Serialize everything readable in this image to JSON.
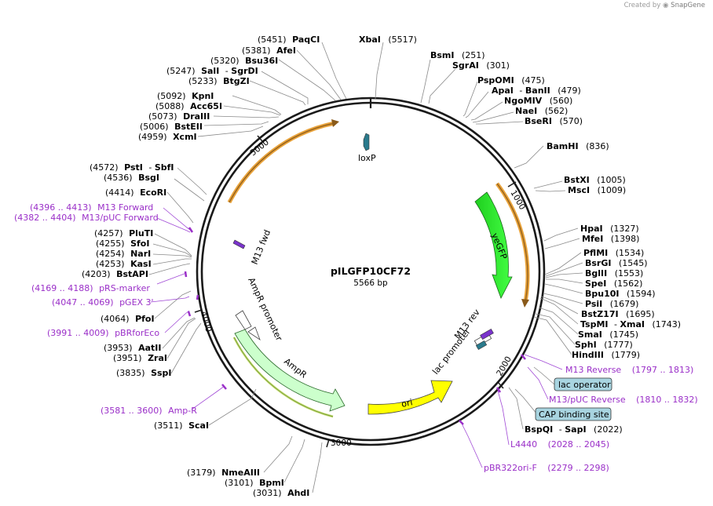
{
  "credit": {
    "created_by": "Created by",
    "brand": "SnapGene"
  },
  "map": {
    "name": "pILGFP10CF72",
    "size": "5566 bp",
    "ticks": [
      {
        "label": "1000"
      },
      {
        "label": "2000"
      },
      {
        "label": "3000"
      },
      {
        "label": "4000"
      },
      {
        "label": "5000"
      }
    ],
    "features": [
      {
        "name": "yeGFP",
        "color": "#22dd22"
      },
      {
        "name": "ori",
        "color": "#ffff00"
      },
      {
        "name": "AmpR",
        "color": "#ccffcc"
      },
      {
        "name": "AmpR promoter",
        "color": "#ffffff"
      },
      {
        "name": "lac promoter",
        "color": "#ffffff"
      },
      {
        "name": "M13 rev",
        "color": "#7a33cc"
      },
      {
        "name": "M13 fwd",
        "color": "#7a33cc"
      },
      {
        "name": "loxP",
        "color": "#2a7a8c"
      }
    ],
    "sites": [
      {
        "name": "PaqCI",
        "pos": "(5451)"
      },
      {
        "name": "AfeI",
        "pos": "(5381)"
      },
      {
        "name": "Bsu36I",
        "pos": "(5320)"
      },
      {
        "name": "SalI",
        "alt": "SgrDI",
        "pos": "(5247)"
      },
      {
        "name": "BtgZI",
        "pos": "(5233)"
      },
      {
        "name": "KpnI",
        "pos": "(5092)"
      },
      {
        "name": "Acc65I",
        "pos": "(5088)"
      },
      {
        "name": "DraIII",
        "pos": "(5073)"
      },
      {
        "name": "BstEII",
        "pos": "(5006)"
      },
      {
        "name": "XcmI",
        "pos": "(4959)"
      },
      {
        "name": "XbaI",
        "pos": "(5517)"
      },
      {
        "name": "BsmI",
        "pos": "(251)"
      },
      {
        "name": "SgrAI",
        "pos": "(301)"
      },
      {
        "name": "PspOMI",
        "pos": "(475)"
      },
      {
        "name": "ApaI",
        "alt": "BanII",
        "pos": "(479)"
      },
      {
        "name": "NgoMIV",
        "pos": "(560)"
      },
      {
        "name": "NaeI",
        "pos": "(562)"
      },
      {
        "name": "BseRI",
        "pos": "(570)"
      },
      {
        "name": "BamHI",
        "pos": "(836)"
      },
      {
        "name": "BstXI",
        "pos": "(1005)"
      },
      {
        "name": "MscI",
        "pos": "(1009)"
      },
      {
        "name": "HpaI",
        "pos": "(1327)"
      },
      {
        "name": "MfeI",
        "pos": "(1398)"
      },
      {
        "name": "PflMI",
        "pos": "(1534)"
      },
      {
        "name": "BsrGI",
        "pos": "(1545)"
      },
      {
        "name": "BglII",
        "pos": "(1553)"
      },
      {
        "name": "SpeI",
        "pos": "(1562)"
      },
      {
        "name": "Bpu10I",
        "pos": "(1594)"
      },
      {
        "name": "PsiI",
        "pos": "(1679)"
      },
      {
        "name": "BstZ17I",
        "pos": "(1695)"
      },
      {
        "name": "TspMI",
        "alt": "XmaI",
        "pos": "(1743)"
      },
      {
        "name": "SmaI",
        "pos": "(1745)"
      },
      {
        "name": "SphI",
        "pos": "(1777)"
      },
      {
        "name": "HindIII",
        "pos": "(1779)"
      },
      {
        "name": "BspQI",
        "alt": "SapI",
        "pos": "(2022)"
      },
      {
        "name": "PstI",
        "alt": "SbfI",
        "pos": "(4572)"
      },
      {
        "name": "BsgI",
        "pos": "(4536)"
      },
      {
        "name": "EcoRI",
        "pos": "(4414)"
      },
      {
        "name": "PluTI",
        "pos": "(4257)"
      },
      {
        "name": "SfoI",
        "pos": "(4255)"
      },
      {
        "name": "NarI",
        "pos": "(4254)"
      },
      {
        "name": "KasI",
        "pos": "(4253)"
      },
      {
        "name": "BstAPI",
        "pos": "(4203)"
      },
      {
        "name": "PfoI",
        "pos": "(4064)"
      },
      {
        "name": "AatII",
        "pos": "(3953)"
      },
      {
        "name": "ZraI",
        "pos": "(3951)"
      },
      {
        "name": "SspI",
        "pos": "(3835)"
      },
      {
        "name": "ScaI",
        "pos": "(3511)"
      },
      {
        "name": "NmeAIII",
        "pos": "(3179)"
      },
      {
        "name": "BpmI",
        "pos": "(3101)"
      },
      {
        "name": "AhdI",
        "pos": "(3031)"
      }
    ],
    "primers": [
      {
        "name": "M13 Forward",
        "range": "(4396 .. 4413)"
      },
      {
        "name": "M13/pUC Forward",
        "range": "(4382 .. 4404)"
      },
      {
        "name": "pRS-marker",
        "range": "(4169 .. 4188)"
      },
      {
        "name": "pGEX 3'",
        "range": "(4047 .. 4069)"
      },
      {
        "name": "pBRforEco",
        "range": "(3991 .. 4009)"
      },
      {
        "name": "Amp-R",
        "range": "(3581 .. 3600)"
      },
      {
        "name": "M13 Reverse",
        "range": "(1797 .. 1813)"
      },
      {
        "name": "M13/pUC Reverse",
        "range": "(1810 .. 1832)"
      },
      {
        "name": "L4440",
        "range": "(2028 .. 2045)"
      },
      {
        "name": "pBR322ori-F",
        "range": "(2279 .. 2298)"
      }
    ],
    "boxed_features": [
      {
        "name": "lac operator"
      },
      {
        "name": "CAP binding site"
      }
    ],
    "colors": {
      "backbone": "#1a1a1a",
      "primer": "#9a2fc8",
      "orange_arc": "#e8a23a",
      "box_fill": "#a8d4e0"
    }
  }
}
